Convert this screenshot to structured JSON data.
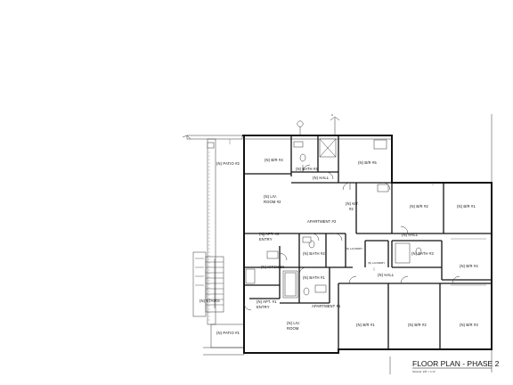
{
  "rooms": {
    "bed_44": "(N) B/R #4",
    "patio_2": "(N) PATIO #2",
    "bath_4": "(N) BATH #4",
    "br_45": "(N) B/R #5",
    "hall_top": "(N) HALL",
    "liv_room_2_a": "(N) LIV.",
    "liv_room_2_b": "ROOM #2",
    "kit_2_a": "(N) KIT.",
    "kit_2_b": "#2",
    "apartment_2": "APARTMENT #2",
    "br_2": "(N) B/R #2",
    "br_1_top": "(N) B/R #1",
    "apt2_entry_a": "(N) APT. #2",
    "apt2_entry_b": "ENTRY",
    "bath_2": "(N) BATH #2",
    "laundry_left": "(N) LAUNDRY",
    "hall_mid": "(N) HALL",
    "bath_3": "(N) BATH #3",
    "laundry_right": "(N) LAUNDRY",
    "br_4_right": "(N) B/R #4",
    "kitchen": "(N) KITCHEN",
    "bath_1": "(N) BATH #1",
    "hall_lower": "(N) HALL",
    "stairs": "(N) STAIRS",
    "apt1_entry_a": "(N) APT. #1",
    "apt1_entry_b": "ENTRY",
    "apartment_1": "APARTMENT #1",
    "liv_room_1_a": "(N) LIV.",
    "liv_room_1_b": "ROOM",
    "br_1_bottom": "(N) B/R #1",
    "br_2_bottom": "(N) B/R #2",
    "br_3_bottom": "(N) B/R #3",
    "patio_1": "(N) PATIO #1"
  },
  "title_block": {
    "title": "FLOOR PLAN - PHASE 2",
    "scale": "SCALE: 1/8\" = 1'-0\""
  },
  "section_marker": "A"
}
